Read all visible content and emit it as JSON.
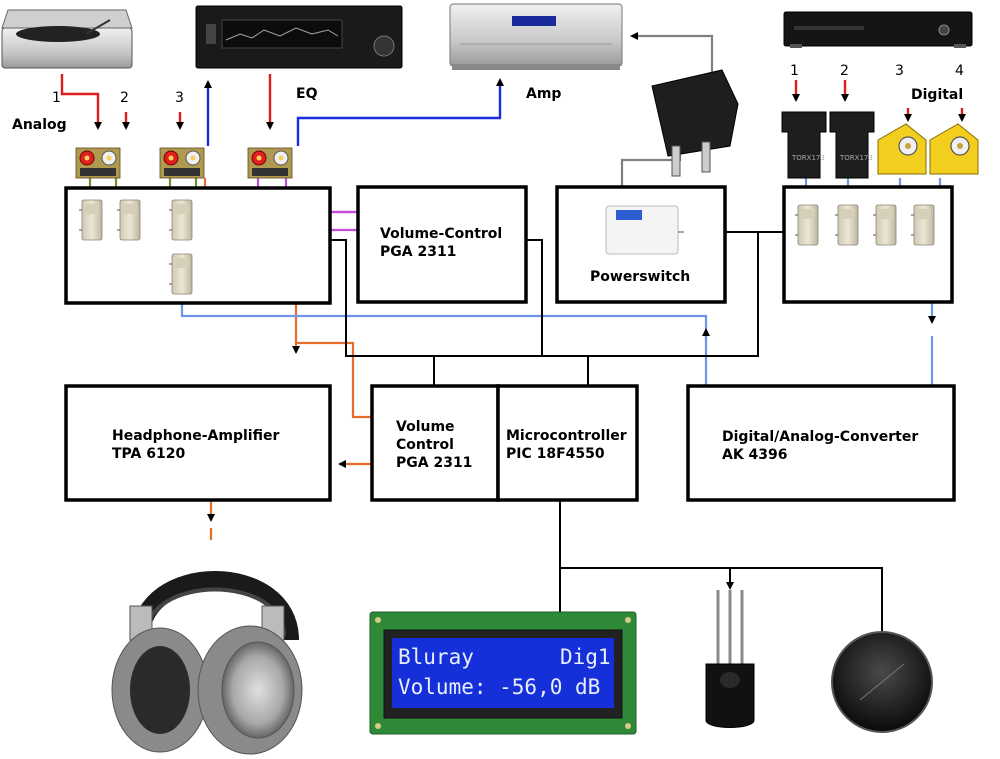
{
  "sources": {
    "analog_label": "Analog",
    "eq_label": "EQ",
    "amp_label": "Amp",
    "digital_label": "Digital",
    "analog_inputs": [
      "1",
      "2",
      "3"
    ],
    "digital_inputs": [
      "1",
      "2",
      "3",
      "4"
    ]
  },
  "blocks": {
    "volume_control_top": [
      "Volume-Control",
      "PGA 2311"
    ],
    "powerswitch": "Powerswitch",
    "headphone_amp": [
      "Headphone-Amplifier",
      "TPA 6120"
    ],
    "volume_control_main": [
      "Volume",
      "Control",
      "PGA 2311"
    ],
    "microcontroller": [
      "Microcontroller",
      "PIC 18F4550"
    ],
    "dac": [
      "Digital/Analog-Converter",
      "AK 4396"
    ]
  },
  "lcd": {
    "line1_left": "Bluray",
    "line1_right": "Dig1",
    "line2": "Volume: -56,0 dB"
  },
  "colors": {
    "analog_signal": "#e01b1b",
    "amp_link": "#1a2ee0",
    "audio_path": "#e86d2a",
    "digital_path": "#6f95e8",
    "volume_loop": "#c24fd8",
    "relay_link": "#6f8f2a",
    "control_bus": "#000000",
    "power_link": "#808080",
    "lcd_background": "#1530d8"
  },
  "icons": [
    "turntable-icon",
    "equalizer-icon",
    "amplifier-icon",
    "bluray-player-icon",
    "power-plug-icon",
    "rca-jack-icon",
    "toslink-receiver-icon",
    "relay-icon",
    "headphones-icon",
    "ir-receiver-icon",
    "rotary-knob-icon"
  ]
}
